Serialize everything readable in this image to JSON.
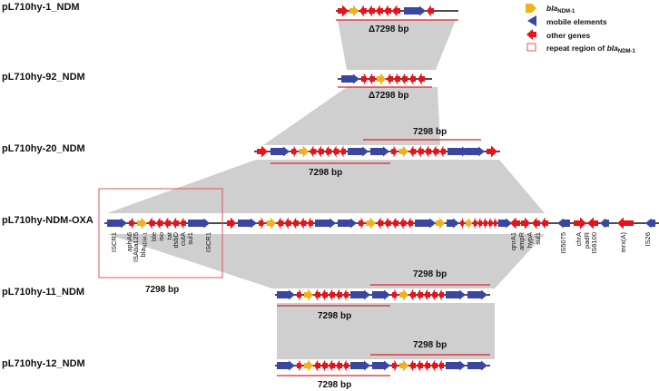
{
  "plasmids": [
    {
      "id": "p1",
      "name": "pL710hy-1_NDM"
    },
    {
      "id": "p2",
      "name": "pL710hy-92_NDM"
    },
    {
      "id": "p3",
      "name": "pL710hy-20_NDM"
    },
    {
      "id": "p4",
      "name": "pL710hy-NDM-OXA"
    },
    {
      "id": "p5",
      "name": "pL710hy-11_NDM"
    },
    {
      "id": "p6",
      "name": "pL710hy-12_NDM"
    }
  ],
  "region_labels": {
    "delta_1": "Δ7298 bp",
    "delta_2": "Δ7298 bp",
    "p3_top": "7298 bp",
    "p3_bottom": "7298 bp",
    "box": "7298 bp",
    "p5_top": "7298 bp",
    "p5_bottom": "7298 bp",
    "p6_top": "7298 bp",
    "p6_bottom": "7298 bp"
  },
  "legend": {
    "bla_main": "bla",
    "bla_sub": "NDM-1",
    "mobile": "mobile elements",
    "other": "other genes",
    "repeat_main": "repeat region of ",
    "repeat_italic": "bla",
    "repeat_sub": "NDM-1"
  },
  "gene_labels_left": [
    "ISCR1",
    "aphA6",
    "ISAba125",
    "bla",
    "ble",
    "iso",
    "tat",
    "dsbD",
    "cutA",
    "sul1",
    "ISCR1"
  ],
  "bla_label_sub": "NDM-1",
  "gene_labels_right": [
    "qnrA1",
    "ampR",
    "hypA",
    "sul1",
    "IS5075",
    "chrA",
    "padR",
    "IS6100",
    "mrx(A)",
    "IS26"
  ],
  "colors": {
    "mobile": "#3b46a0",
    "other": "#e8121a",
    "bla": "#f2b21c",
    "shade": "#cfcfcf",
    "line": "#d9232a",
    "box": "#e05555"
  }
}
